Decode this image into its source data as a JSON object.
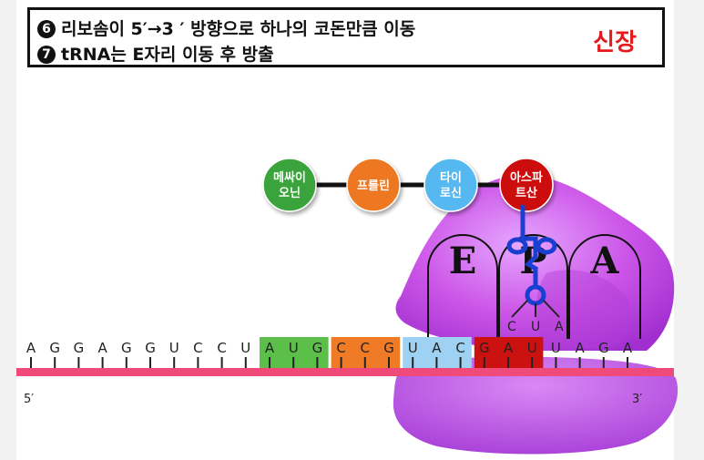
{
  "header": {
    "step6_num": "6",
    "step6_text": "리보솜이 5′→3 ′ 방향으로 하나의 코돈만큼 이동",
    "step7_num": "7",
    "step7_text": "tRNA는 E자리 이동 후 방출",
    "badge": "신장"
  },
  "amino_acids": [
    {
      "line1": "메싸이",
      "line2": "오닌",
      "color": "#3aa33a"
    },
    {
      "line1": "프롤린",
      "line2": "",
      "color": "#ee7722"
    },
    {
      "line1": "타이",
      "line2": "로신",
      "color": "#55b8f0"
    },
    {
      "line1": "아스파",
      "line2": "트산",
      "color": "#cc1111"
    }
  ],
  "sites": [
    "E",
    "P",
    "A"
  ],
  "trna_anticodon": [
    "C",
    "U",
    "A"
  ],
  "mrna": {
    "bases": [
      "A",
      "G",
      "G",
      "A",
      "G",
      "G",
      "U",
      "C",
      "C",
      "U",
      "A",
      "U",
      "G",
      "C",
      "C",
      "G",
      "U",
      "A",
      "C",
      "G",
      "A",
      "U",
      "U",
      "A",
      "G",
      "A"
    ],
    "codon_highlights": [
      {
        "start": 10,
        "color": "#5cbf4a"
      },
      {
        "start": 13,
        "color": "#ef7b27"
      },
      {
        "start": 16,
        "color": "#9fd2f2"
      },
      {
        "start": 19,
        "color": "#cc1111"
      }
    ],
    "five_prime": "5′",
    "three_prime": "3′"
  },
  "colors": {
    "ribosome": "#cc55e8",
    "mrna_strand": "#f04a7a",
    "trna": "#1a3fd0"
  }
}
